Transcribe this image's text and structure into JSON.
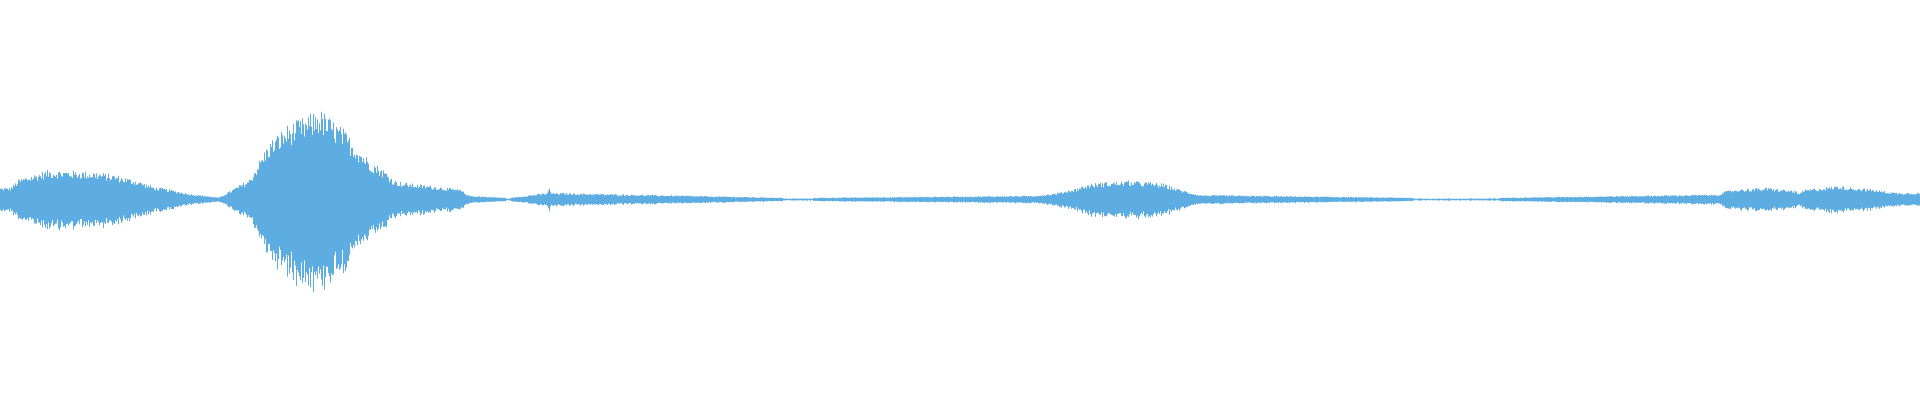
{
  "waveform": {
    "color": "#5dade2",
    "background": "#ffffff",
    "baseline_amplitude": 0.006,
    "segments": [
      {
        "start": 0.0,
        "end": 0.01,
        "peak": 0.06
      },
      {
        "start": 0.01,
        "end": 0.04,
        "peak": 0.15
      },
      {
        "start": 0.04,
        "end": 0.06,
        "peak": 0.14
      },
      {
        "start": 0.06,
        "end": 0.072,
        "peak": 0.11
      },
      {
        "start": 0.072,
        "end": 0.08,
        "peak": 0.08
      },
      {
        "start": 0.08,
        "end": 0.098,
        "peak": 0.05
      },
      {
        "start": 0.098,
        "end": 0.13,
        "peak": 0.01
      },
      {
        "start": 0.13,
        "end": 0.14,
        "peak": 0.2
      },
      {
        "start": 0.14,
        "end": 0.16,
        "peak": 0.38
      },
      {
        "start": 0.16,
        "end": 0.172,
        "peak": 0.46
      },
      {
        "start": 0.172,
        "end": 0.185,
        "peak": 0.36
      },
      {
        "start": 0.185,
        "end": 0.2,
        "peak": 0.2
      },
      {
        "start": 0.2,
        "end": 0.21,
        "peak": 0.1
      },
      {
        "start": 0.21,
        "end": 0.24,
        "peak": 0.07
      },
      {
        "start": 0.24,
        "end": 0.245,
        "peak": 0.03
      },
      {
        "start": 0.245,
        "end": 0.285,
        "peak": 0.008
      },
      {
        "start": 0.285,
        "end": 0.287,
        "peak": 0.06
      },
      {
        "start": 0.287,
        "end": 0.538,
        "peak": 0.008
      },
      {
        "start": 0.538,
        "end": 0.56,
        "peak": 0.03
      },
      {
        "start": 0.56,
        "end": 0.575,
        "peak": 0.08
      },
      {
        "start": 0.575,
        "end": 0.6,
        "peak": 0.095
      },
      {
        "start": 0.6,
        "end": 0.612,
        "peak": 0.08
      },
      {
        "start": 0.612,
        "end": 0.625,
        "peak": 0.04
      },
      {
        "start": 0.625,
        "end": 0.895,
        "peak": 0.006
      },
      {
        "start": 0.895,
        "end": 0.905,
        "peak": 0.045
      },
      {
        "start": 0.905,
        "end": 0.935,
        "peak": 0.06
      },
      {
        "start": 0.935,
        "end": 0.94,
        "peak": 0.03
      },
      {
        "start": 0.94,
        "end": 0.975,
        "peak": 0.07
      },
      {
        "start": 0.975,
        "end": 1.0,
        "peak": 0.035
      }
    ]
  }
}
